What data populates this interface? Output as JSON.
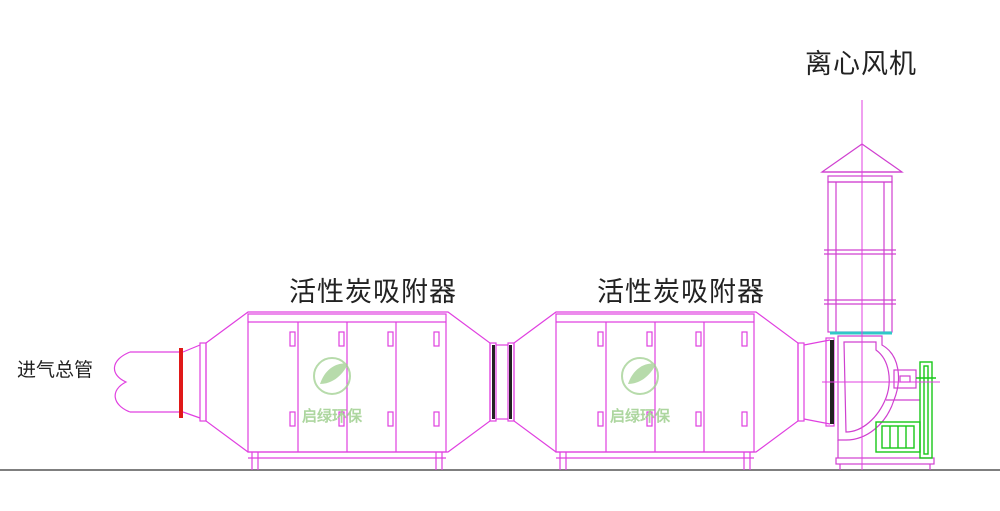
{
  "labels": {
    "fan": "离心风机",
    "adsorber_1": "活性炭吸附器",
    "adsorber_2": "活性炭吸附器",
    "inlet": "进气总管"
  },
  "watermarks": [
    "启绿环保",
    "启绿环保"
  ],
  "colors": {
    "outline": "#e040e0",
    "flange_red": "#e01818",
    "motor_green": "#18c818",
    "flange_cyan": "#30c8c8",
    "ground": "#333333",
    "fan_body": "#d040d0",
    "text": "#222222",
    "watermark": "#9fd08f"
  }
}
